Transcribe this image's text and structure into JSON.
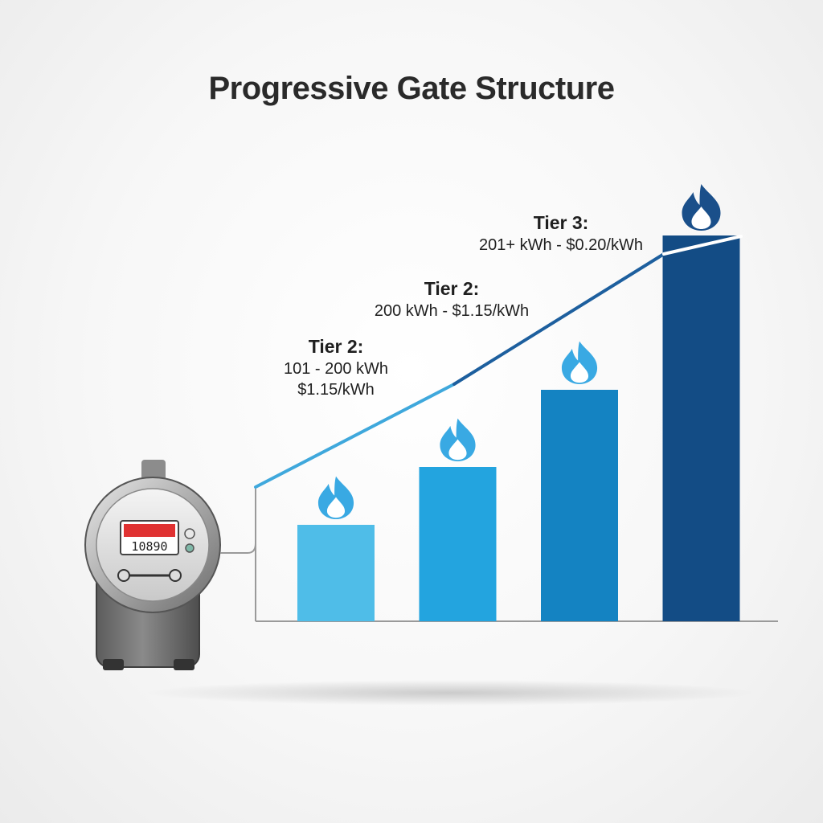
{
  "colors": {
    "bar_1": "#4fbde8",
    "bar_2": "#23a4df",
    "bar_3": "#1483c2",
    "bar_4": "#134c85",
    "trend_light": "#3fa8dc",
    "trend_dark": "#1d5f9e",
    "axis": "#9a9a9a",
    "flame_light": "#39a9e3",
    "flame_dark": "#1a4f8a"
  },
  "chart_data": {
    "type": "bar",
    "title": "Progressive Gate Structure",
    "xlabel": "",
    "ylabel": "",
    "values": [
      25,
      40,
      60,
      100
    ],
    "ylim": [
      0,
      100
    ],
    "grid": false,
    "legend": "none",
    "annotations": [
      {
        "tier": "Tier 2:",
        "lines": [
          "101 - 200 kWh",
          "$1.15/kWh"
        ]
      },
      {
        "tier": "Tier 2:",
        "lines": [
          "200 kWh - $1.15/kWh"
        ]
      },
      {
        "tier": "Tier 3:",
        "lines": [
          "201+ kWh - $0.20/kWh"
        ]
      }
    ]
  },
  "meter": {
    "reading": "10890",
    "icon": "gas-meter-icon"
  }
}
